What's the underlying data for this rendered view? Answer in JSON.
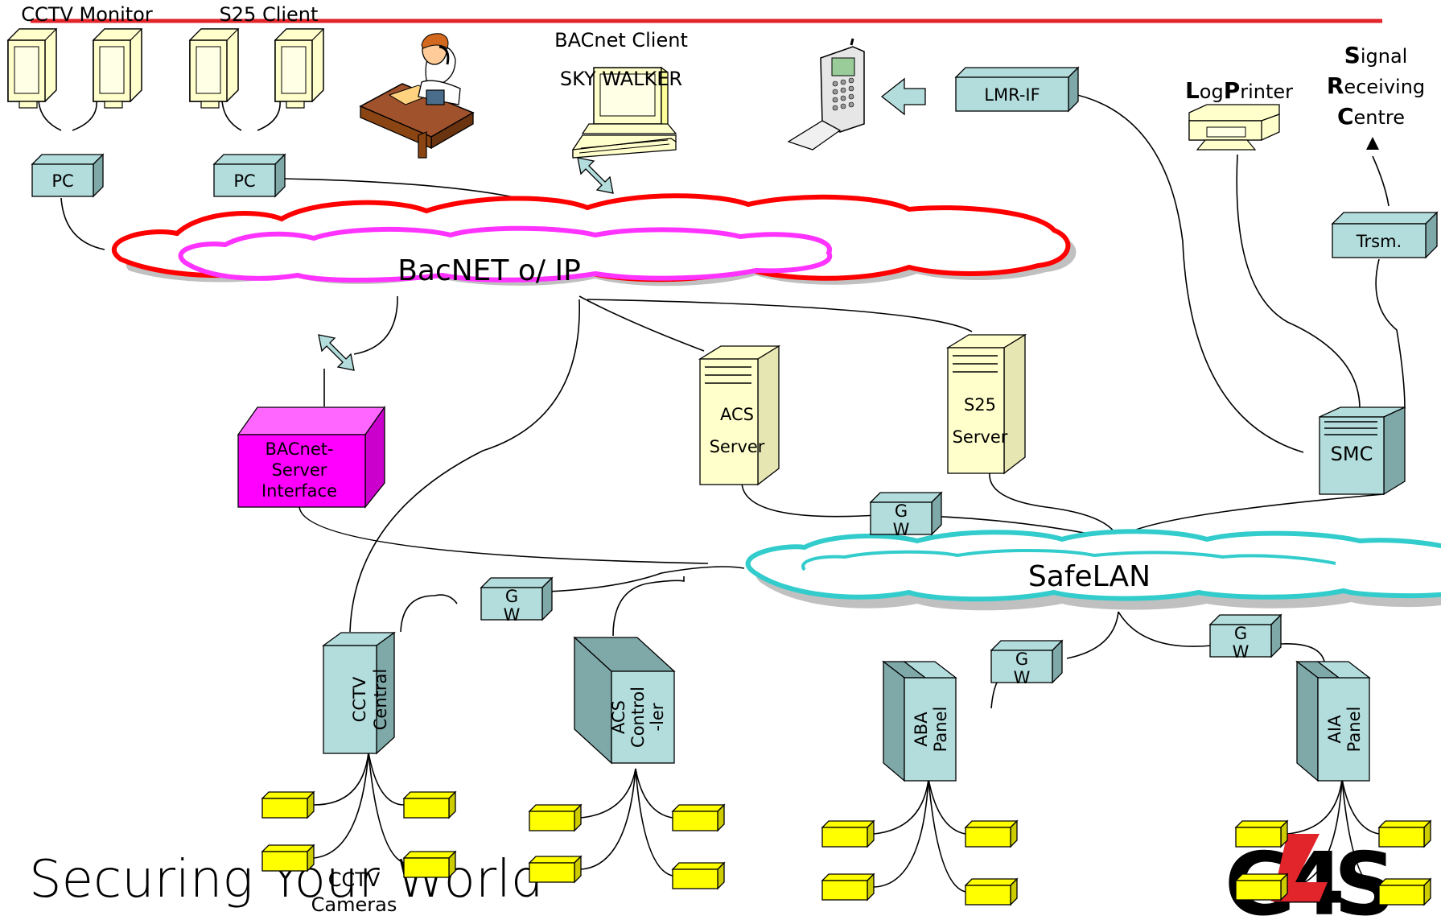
{
  "title_top": {
    "cctv_monitor": "CCTV Monitor",
    "s25_client": "S25 Client",
    "bacnet_client": "BACnet Client",
    "sky_walker": "SKY WALKER"
  },
  "networks": {
    "bacnet": "BacNET o/ IP",
    "safelan": "SafeLAN"
  },
  "nodes": {
    "pc1": "PC",
    "pc2": "PC",
    "lmr_if": "LMR-IF",
    "log_printer": {
      "l": "L",
      "og": "og",
      "p": "P",
      "rinter": "rinter"
    },
    "signal_receiving_centre": {
      "s": "S",
      "ignal": "ignal",
      "r": "R",
      "eceiving": "eceiving",
      "c": "C",
      "entre": "entre"
    },
    "trsm": "Trsm.",
    "bacnet_server": [
      "BACnet-",
      "Server",
      "Interface"
    ],
    "acs_server": [
      "ACS",
      "Server"
    ],
    "s25_server": [
      "S25",
      "Server"
    ],
    "smc": "SMC",
    "gw": [
      "G",
      "W"
    ],
    "cctv_central": [
      "CCTV",
      "Central"
    ],
    "acs_controller": [
      "ACS",
      "Control",
      "-ler"
    ],
    "aba_panel": [
      "ABA",
      "Panel"
    ],
    "aia_panel": [
      "AIA",
      "Panel"
    ],
    "cctv_cameras": [
      "CCTV",
      "Cameras"
    ]
  },
  "footer": {
    "tagline": "Securing Your World",
    "logo": "G4S"
  },
  "colors": {
    "red_line": "#e2242b",
    "bacnet_outer": "#ff0000",
    "bacnet_inner": "#ff33ff",
    "safelan": "#33cccc",
    "device_face": "#b3dcdc",
    "server_face": "#ffffcc",
    "bacnet_server": "#ff00ff",
    "sensor": "#ffff00"
  }
}
